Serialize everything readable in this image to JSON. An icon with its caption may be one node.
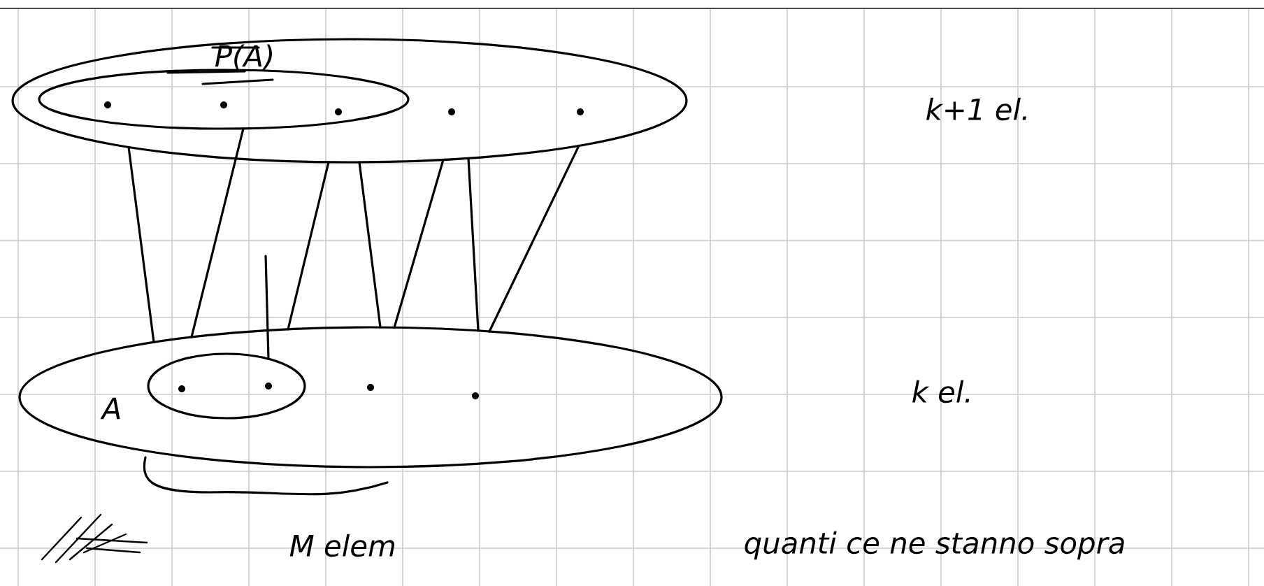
{
  "diagram": {
    "nodes": [
      {
        "text": [],
        "shape": "ellipse"
      },
      {
        "text": [],
        "shape": "ellipse",
        "in": 0,
        "beside": [
          "P(A)"
        ]
      },
      {
        "text": [],
        "shape": "ellipse"
      },
      {
        "text": [],
        "shape": "ellipse",
        "in": 2,
        "beside": [
          "A"
        ]
      }
    ],
    "edges": [
      {
        "from": 0,
        "to": 2,
        "arrow": "none"
      },
      {
        "from": 1,
        "to": 2,
        "arrow": "none"
      },
      {
        "from": null,
        "to": 3,
        "arrow": "none"
      },
      {
        "from": 0,
        "to": 2,
        "arrow": "none"
      },
      {
        "from": 0,
        "to": 2,
        "arrow": "none"
      },
      {
        "from": 0,
        "to": 2,
        "arrow": "none"
      },
      {
        "from": 0,
        "to": 2,
        "arrow": "none"
      },
      {
        "from": 0,
        "to": 2,
        "arrow": "none"
      }
    ],
    "labels": [
      "k+1 el.",
      "k el.",
      "M elem",
      "quanti ce ne stanno sopra"
    ]
  }
}
